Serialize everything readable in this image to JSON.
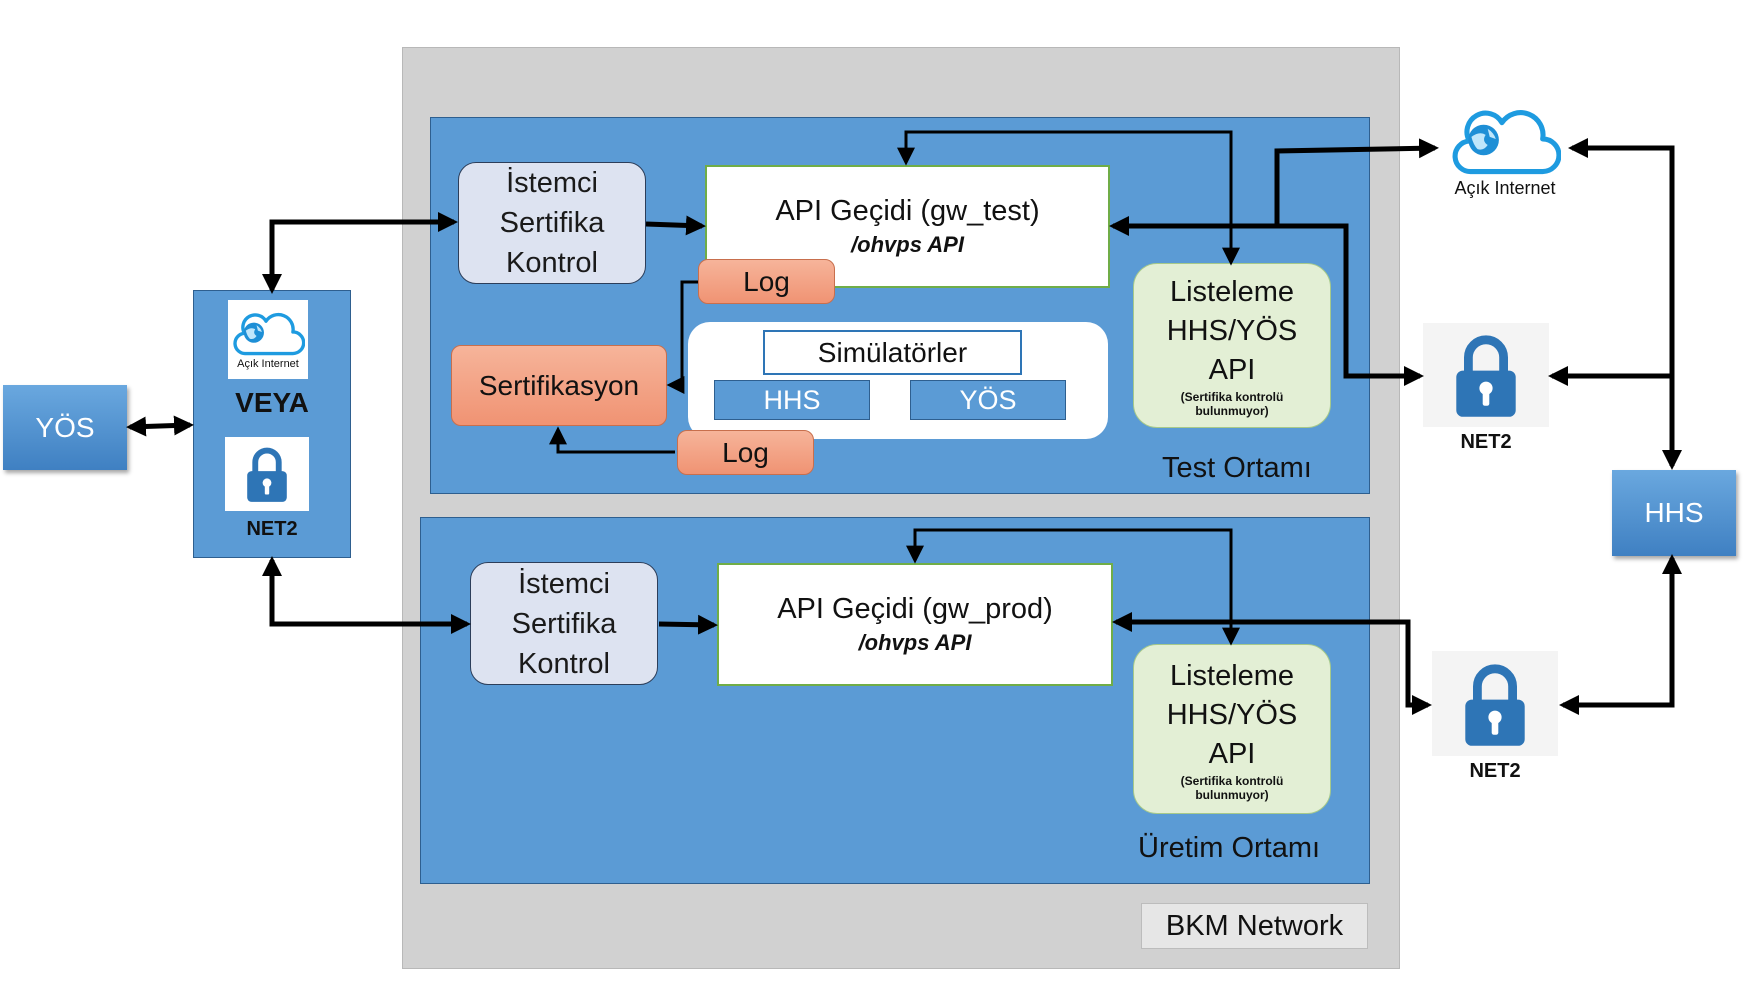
{
  "yos_left": "YÖS",
  "hhs_right": "HHS",
  "veya": {
    "internet_label": "Açık Internet",
    "or_label": "VEYA",
    "net2_label": "NET2"
  },
  "bkm_label": "BKM Network",
  "test": {
    "env_label": "Test Ortamı",
    "client_cert": [
      "İstemci",
      "Sertifika",
      "Kontrol"
    ],
    "gateway_title": "API Geçidi (gw_test)",
    "gateway_sub": "/ohvps API",
    "log_top": "Log",
    "log_bottom": "Log",
    "certification": "Sertifikasyon",
    "simulators": "Simülatörler",
    "sim_hhs": "HHS",
    "sim_yos": "YÖS",
    "listing": [
      "Listeleme",
      "HHS/YÖS",
      "API"
    ],
    "listing_note": [
      "(Sertifika kontrolü",
      "bulunmuyor)"
    ]
  },
  "prod": {
    "env_label": "Üretim Ortamı",
    "client_cert": [
      "İstemci",
      "Sertifika",
      "Kontrol"
    ],
    "gateway_title": "API Geçidi (gw_prod)",
    "gateway_sub": "/ohvps API",
    "listing": [
      "Listeleme",
      "HHS/YÖS",
      "API"
    ],
    "listing_note": [
      "(Sertifika kontrolü",
      "bulunmuyor)"
    ]
  },
  "internet_right": "Açık Internet",
  "net2_top": "NET2",
  "net2_bottom": "NET2",
  "colors": {
    "env_blue": "#5b9bd5",
    "bkm_gray": "#d1d1d1",
    "salmon": "#f4a78a",
    "green_box": "#e3efd5",
    "lavender": "#dde3f1",
    "lock_blue": "#2e75b6",
    "cloud_blue": "#1e9be0"
  }
}
